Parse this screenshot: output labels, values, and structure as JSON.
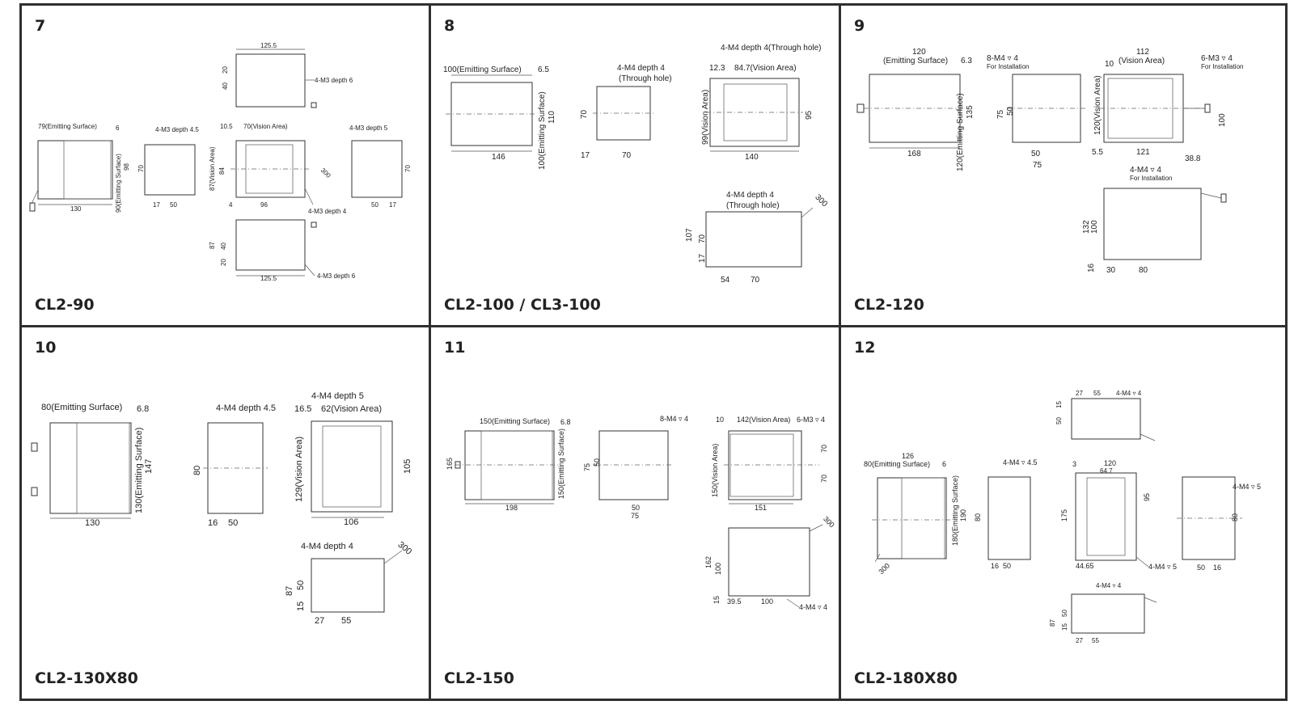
{
  "panels": [
    {
      "number": "7",
      "model": "CL2-90",
      "labels": {
        "a1": "125.5",
        "a2": "20",
        "a3": "40",
        "a4": "4-M3 depth 6",
        "b1": "79(Emitting Surface)",
        "b2": "6",
        "b3": "98",
        "b4": "90(Emitting Surface)",
        "b5": "130",
        "c1": "4-M3 depth 4.5",
        "c2": "70",
        "c3": "17",
        "c4": "50",
        "d1": "10.5",
        "d2": "70(Vision Area)",
        "d3": "87(Vision Area)",
        "d4": "84",
        "d5": "4",
        "d6": "96",
        "d7": "300",
        "d8": "4-M3 depth 4",
        "e1": "4-M3 depth 5",
        "e2": "70",
        "e3": "50",
        "e4": "17",
        "f1": "87",
        "f2": "40",
        "f3": "20",
        "f4": "125.5",
        "f5": "4-M3 depth 6"
      }
    },
    {
      "number": "8",
      "model": "CL2-100 / CL3-100",
      "labels": {
        "a1": "100(Emitting Surface)",
        "a2": "6.5",
        "a3": "110",
        "a4": "100(Emitting Surface)",
        "a5": "146",
        "b1": "4-M4 depth 4",
        "b2": "(Through hole)",
        "b3": "70",
        "b4": "17",
        "b5": "70",
        "c1": "4-M4 depth 4(Through hole)",
        "c2": "12.3",
        "c3": "84.7(Vision Area)",
        "c4": "99(Vision Area)",
        "c5": "95",
        "c6": "140",
        "d1": "4-M4 depth 4",
        "d2": "(Through hole)",
        "d3": "300",
        "d4": "107",
        "d5": "70",
        "d6": "17",
        "d7": "54",
        "d8": "70"
      }
    },
    {
      "number": "9",
      "model": "CL2-120",
      "labels": {
        "a1": "120",
        "a2": "(Emitting Surface)",
        "a3": "6.3",
        "a4": "135",
        "a5": "120(Emitting Surface)",
        "a6": "168",
        "b1": "8-M4 ▿ 4",
        "b2": "For Installation",
        "b3": "75",
        "b4": "50",
        "b5": "50",
        "b6": "75",
        "c1": "112",
        "c2": "(Vision Area)",
        "c3": "10",
        "c4": "6-M3 ▿ 4",
        "c5": "For Installation",
        "c6": "120(Vision Area)",
        "c7": "100",
        "c8": "5.5",
        "c9": "121",
        "c10": "38.8",
        "d1": "4-M4 ▿ 4",
        "d2": "For Installation",
        "d3": "132",
        "d4": "100",
        "d5": "16",
        "d6": "30",
        "d7": "80"
      }
    },
    {
      "number": "10",
      "model": "CL2-130X80",
      "labels": {
        "a1": "80(Emitting Surface)",
        "a2": "6.8",
        "a3": "147",
        "a4": "130(Emitting Surface)",
        "a5": "130",
        "b1": "4-M4 depth 4.5",
        "b2": "80",
        "b3": "16",
        "b4": "50",
        "c1": "4-M4 depth 5",
        "c2": "16.5",
        "c3": "62(Vision Area)",
        "c4": "129(Vision Area)",
        "c5": "105",
        "c6": "106",
        "d1": "4-M4 depth 4",
        "d2": "300",
        "d3": "87",
        "d4": "50",
        "d5": "15",
        "d6": "27",
        "d7": "55"
      }
    },
    {
      "number": "11",
      "model": "CL2-150",
      "labels": {
        "a1": "150(Emitting Surface)",
        "a2": "6.8",
        "a3": "165",
        "a4": "150(Emitting Surface)",
        "a5": "198",
        "b1": "8-M4 ▿ 4",
        "b2": "75",
        "b3": "50",
        "b4": "50",
        "b5": "75",
        "c1": "10",
        "c2": "142(Vision Area)",
        "c3": "6-M3 ▿ 4",
        "c4": "150(Vision Area)",
        "c5": "70",
        "c6": "70",
        "c7": "151",
        "d1": "300",
        "d2": "162",
        "d3": "100",
        "d4": "15",
        "d5": "39.5",
        "d6": "100",
        "d7": "4-M4 ▿ 4"
      }
    },
    {
      "number": "12",
      "model": "CL2-180X80",
      "labels": {
        "a1": "27",
        "a2": "55",
        "a3": "4-M4 ▿ 4",
        "a4": "15",
        "a5": "50",
        "b1": "126",
        "b2": "80(Emitting Surface)",
        "b3": "6",
        "b4": "180(Emitting Surface)",
        "b5": "190",
        "b6": "300",
        "c1": "4-M4 ▿ 4.5",
        "c2": "80",
        "c3": "16",
        "c4": "50",
        "d1": "3",
        "d2": "120",
        "d3": "64.7",
        "d4": "175",
        "d5": "95",
        "d6": "44.65",
        "d7": "4-M4 ▿ 5",
        "e1": "4-M4 ▿ 5",
        "e2": "80",
        "e3": "50",
        "e4": "16",
        "f1": "4-M4 ▿ 4",
        "f2": "87",
        "f3": "50",
        "f4": "15",
        "f5": "27",
        "f6": "55"
      }
    }
  ]
}
